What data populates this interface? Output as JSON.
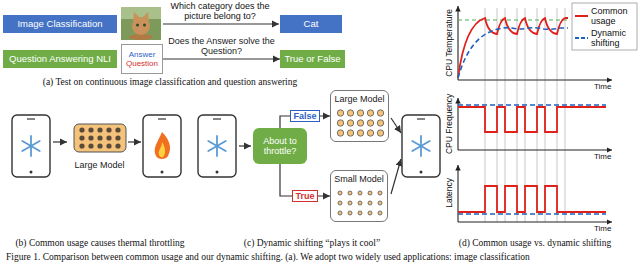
{
  "diagram": {
    "caption": "Figure 1. Comparison between common usage and our dynamic shifting. (a). We adopt two widely used applications: image classification",
    "nodes": [
      {
        "text": [
          "Image Classification"
        ]
      },
      {
        "text": [
          "Cat"
        ]
      },
      {
        "text": [
          "Question Answering NLI"
        ]
      },
      {
        "text": [
          "Answer",
          "Question"
        ]
      },
      {
        "text": [
          "True or False"
        ]
      },
      {
        "text": [
          "Large Model"
        ]
      },
      {
        "text": [
          "About to throttle?"
        ]
      },
      {
        "text": [
          "Large Model"
        ]
      },
      {
        "text": [
          "Small Model"
        ]
      }
    ],
    "edges": [
      {
        "from": 3,
        "to": 4,
        "arrow": "to",
        "label": "Does the Answer solve the Question?"
      },
      {
        "from": 6,
        "to": 7,
        "arrow": "to",
        "label": "False"
      },
      {
        "from": 6,
        "to": 8,
        "arrow": "to",
        "label": "True"
      }
    ],
    "labels": [
      "Which category does the picture belong to?",
      "(a) Test on continuous image classification and question answering",
      "(b) Common usage causes thermal throttling",
      "(c) Dynamic shifting “plays it cool”",
      "(d) Common usage vs. dynamic shifting",
      "CPU Temperature",
      "Time",
      "CPU Frequency",
      "Time",
      "Latency",
      "Time"
    ],
    "legend": [
      {
        "text": "Common usage"
      },
      {
        "text": "Dynamic shifting"
      }
    ]
  }
}
